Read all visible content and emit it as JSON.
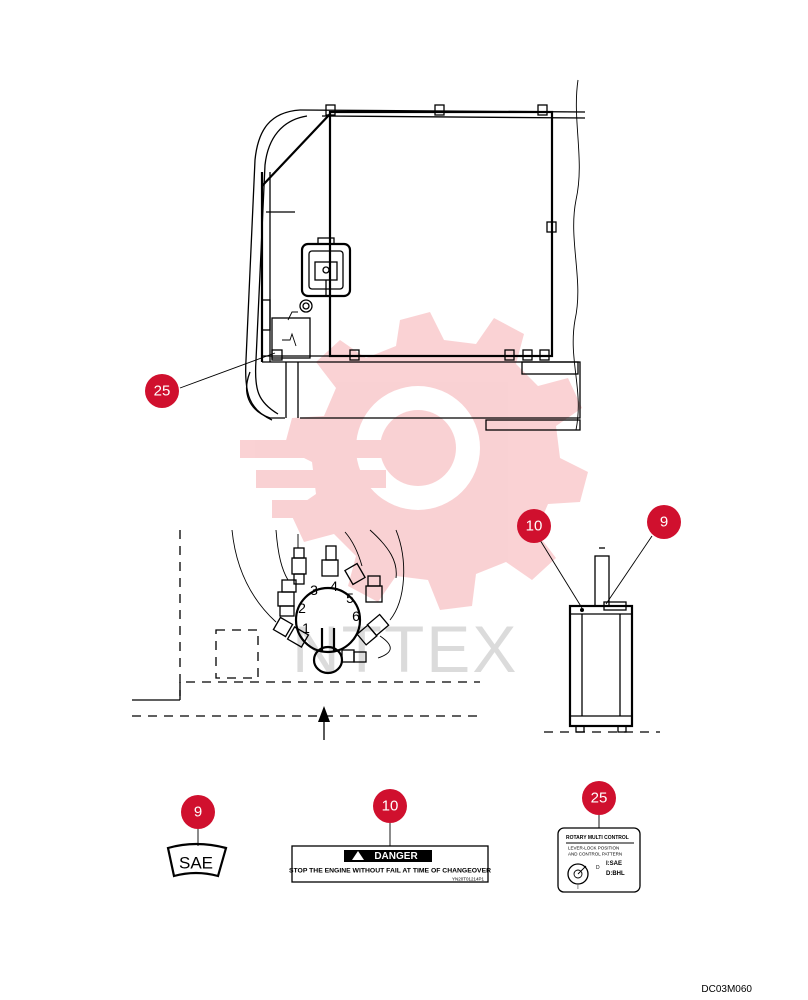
{
  "callouts": {
    "c25_top": "25",
    "c10_top": "10",
    "c9_top": "9",
    "c9_bottom": "9",
    "c10_bottom": "10",
    "c25_bottom": "25"
  },
  "valve": {
    "port_1": "1",
    "port_2": "2",
    "port_3": "3",
    "port_4": "4",
    "port_5": "5",
    "port_6": "6"
  },
  "labels": {
    "sae_label": "SAE",
    "danger": {
      "header": "DANGER",
      "message": "STOP THE ENGINE WITHOUT FAIL AT TIME OF CHANGEOVER",
      "part_no": "YN20T01214P1"
    },
    "rotary": {
      "title": "ROTARY MULTI CONTROL",
      "line2": "LEVER-LOCK POSITION",
      "line3": "AND CONTROL PATTERN",
      "opt1": "I:SAE",
      "opt2": "D:BHL",
      "mark_d": "D",
      "mark_i": "I"
    }
  },
  "watermark": {
    "text": "NTTEX",
    "color": "#e8323c"
  },
  "footer": {
    "drawing_code": "DC03M060"
  },
  "colors": {
    "callout": "#d0102e",
    "line": "#000000"
  }
}
